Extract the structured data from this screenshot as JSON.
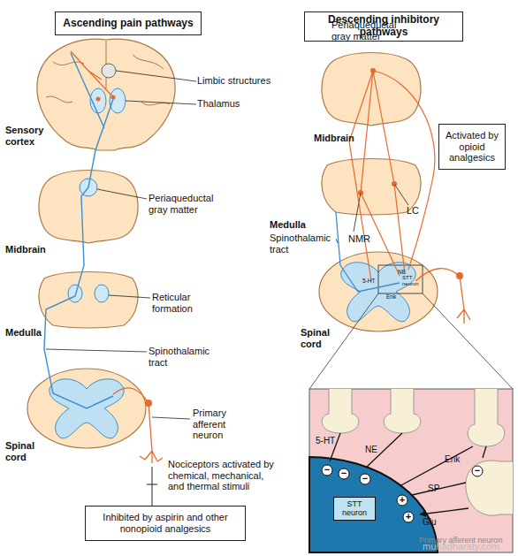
{
  "diagram": {
    "nodes": [
      {
        "text": [
          "Ascending pain pathways"
        ]
      },
      {
        "text": [
          "Descending inhibitory pathways"
        ]
      },
      {
        "text": [
          "Activated by opioid analgesics"
        ]
      },
      {
        "text": [
          "Inhibited by aspirin and other nonopioid analgesics"
        ]
      },
      {
        "text": [
          "STT neuron"
        ]
      }
    ],
    "labels": [
      "Limbic structures",
      "Thalamus",
      "Sensory cortex",
      "Periaqueductal gray matter",
      "Midbrain",
      "Reticular formation",
      "Medulla",
      "Spinothalamic tract",
      "Spinal cord",
      "Primary afferent neuron",
      "Nociceptors activated by chemical, mechanical, and thermal stimuli",
      "Periaqueductal gray matter",
      "Midbrain",
      "Medulla",
      "NMR",
      "LC",
      "Spinothalamic tract",
      "5-HT",
      "NE",
      "STT neuron",
      "Enk",
      "Spinal cord",
      "5-HT",
      "NE",
      "Enk",
      "SP",
      "Glu",
      "Primary afferent neuron",
      "−",
      "−",
      "−",
      "−",
      "+",
      "+",
      "muhadharaty.com"
    ]
  }
}
